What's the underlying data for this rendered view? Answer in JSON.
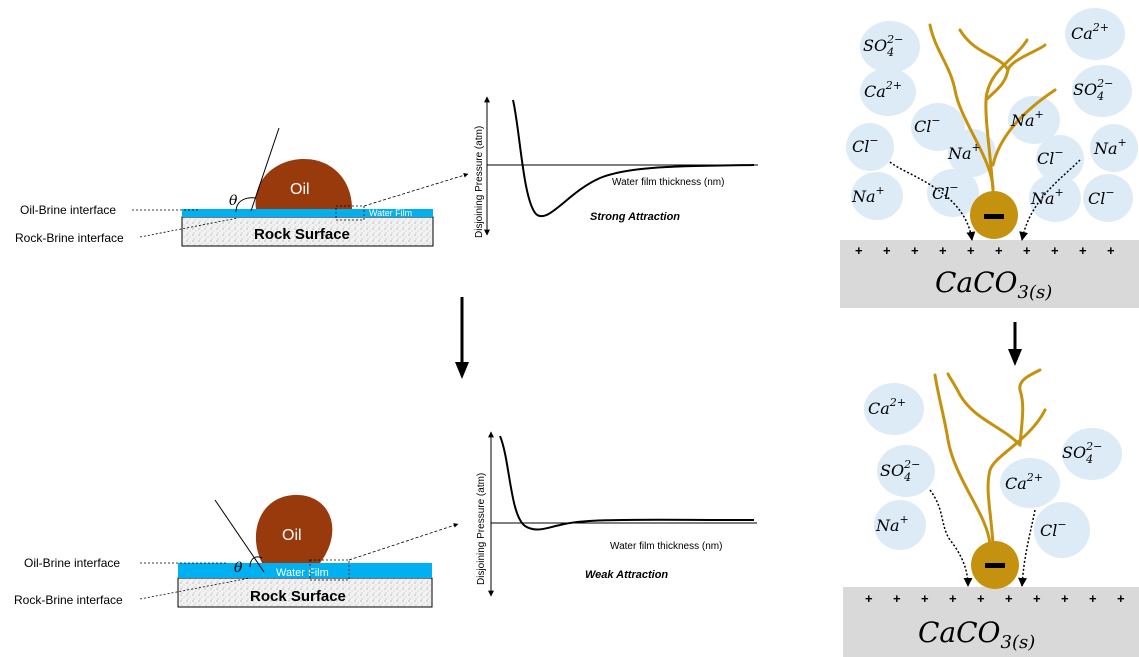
{
  "left_top": {
    "oil_label": "Oil",
    "water_film_label": "Water Film",
    "rock_label": "Rock Surface",
    "oil_brine_label": "Oil-Brine interface",
    "rock_brine_label": "Rock-Brine interface",
    "theta": "θ"
  },
  "left_bottom": {
    "oil_label": "Oil",
    "water_film_label": "Water Film",
    "rock_label": "Rock Surface",
    "oil_brine_label": "Oil-Brine interface",
    "rock_brine_label": "Rock-Brine interface",
    "theta": "θ"
  },
  "plot_top": {
    "ylabel": "Disjoining Pressure (atm)",
    "xlabel": "Water film thickness (nm)",
    "caption": "Strong Attraction"
  },
  "plot_bottom": {
    "ylabel": "Disjoining Pressure (atm)",
    "xlabel": "Water film thickness (nm)",
    "caption": "Weak Attraction"
  },
  "right_top": {
    "ions": [
      {
        "base": "SO",
        "sub": "4",
        "sup": "2−"
      },
      {
        "base": "Ca",
        "sub": "",
        "sup": "2+"
      },
      {
        "base": "Ca",
        "sub": "",
        "sup": "2+"
      },
      {
        "base": "SO",
        "sub": "4",
        "sup": "2−"
      },
      {
        "base": "Cl",
        "sub": "",
        "sup": "−"
      },
      {
        "base": "Na",
        "sub": "",
        "sup": "+"
      },
      {
        "base": "Cl",
        "sub": "",
        "sup": "−"
      },
      {
        "base": "Na",
        "sub": "",
        "sup": "+"
      },
      {
        "base": "Cl",
        "sub": "",
        "sup": "−"
      },
      {
        "base": "Na",
        "sub": "",
        "sup": "+"
      },
      {
        "base": "Na",
        "sub": "",
        "sup": "+"
      },
      {
        "base": "Cl",
        "sub": "",
        "sup": "−"
      },
      {
        "base": "Na",
        "sub": "",
        "sup": "+"
      },
      {
        "base": "Cl",
        "sub": "",
        "sup": "−"
      }
    ],
    "surface": {
      "base": "CaCO",
      "sub": "3(s)"
    },
    "plus": "+",
    "minus": "−"
  },
  "right_bottom": {
    "ions": [
      {
        "base": "Ca",
        "sub": "",
        "sup": "2+"
      },
      {
        "base": "SO",
        "sub": "4",
        "sup": "2−"
      },
      {
        "base": "SO",
        "sub": "4",
        "sup": "2−"
      },
      {
        "base": "Ca",
        "sub": "",
        "sup": "2+"
      },
      {
        "base": "Na",
        "sub": "",
        "sup": "+"
      },
      {
        "base": "Cl",
        "sub": "",
        "sup": "−"
      }
    ],
    "surface": {
      "base": "CaCO",
      "sub": "3(s)"
    },
    "plus": "+",
    "minus": "−"
  },
  "colors": {
    "oil": "#983a0c",
    "water": "#00b0f0",
    "ion_bubble": "#ddebf7",
    "surface": "#d9d9d9",
    "polymer": "#c5920f"
  }
}
